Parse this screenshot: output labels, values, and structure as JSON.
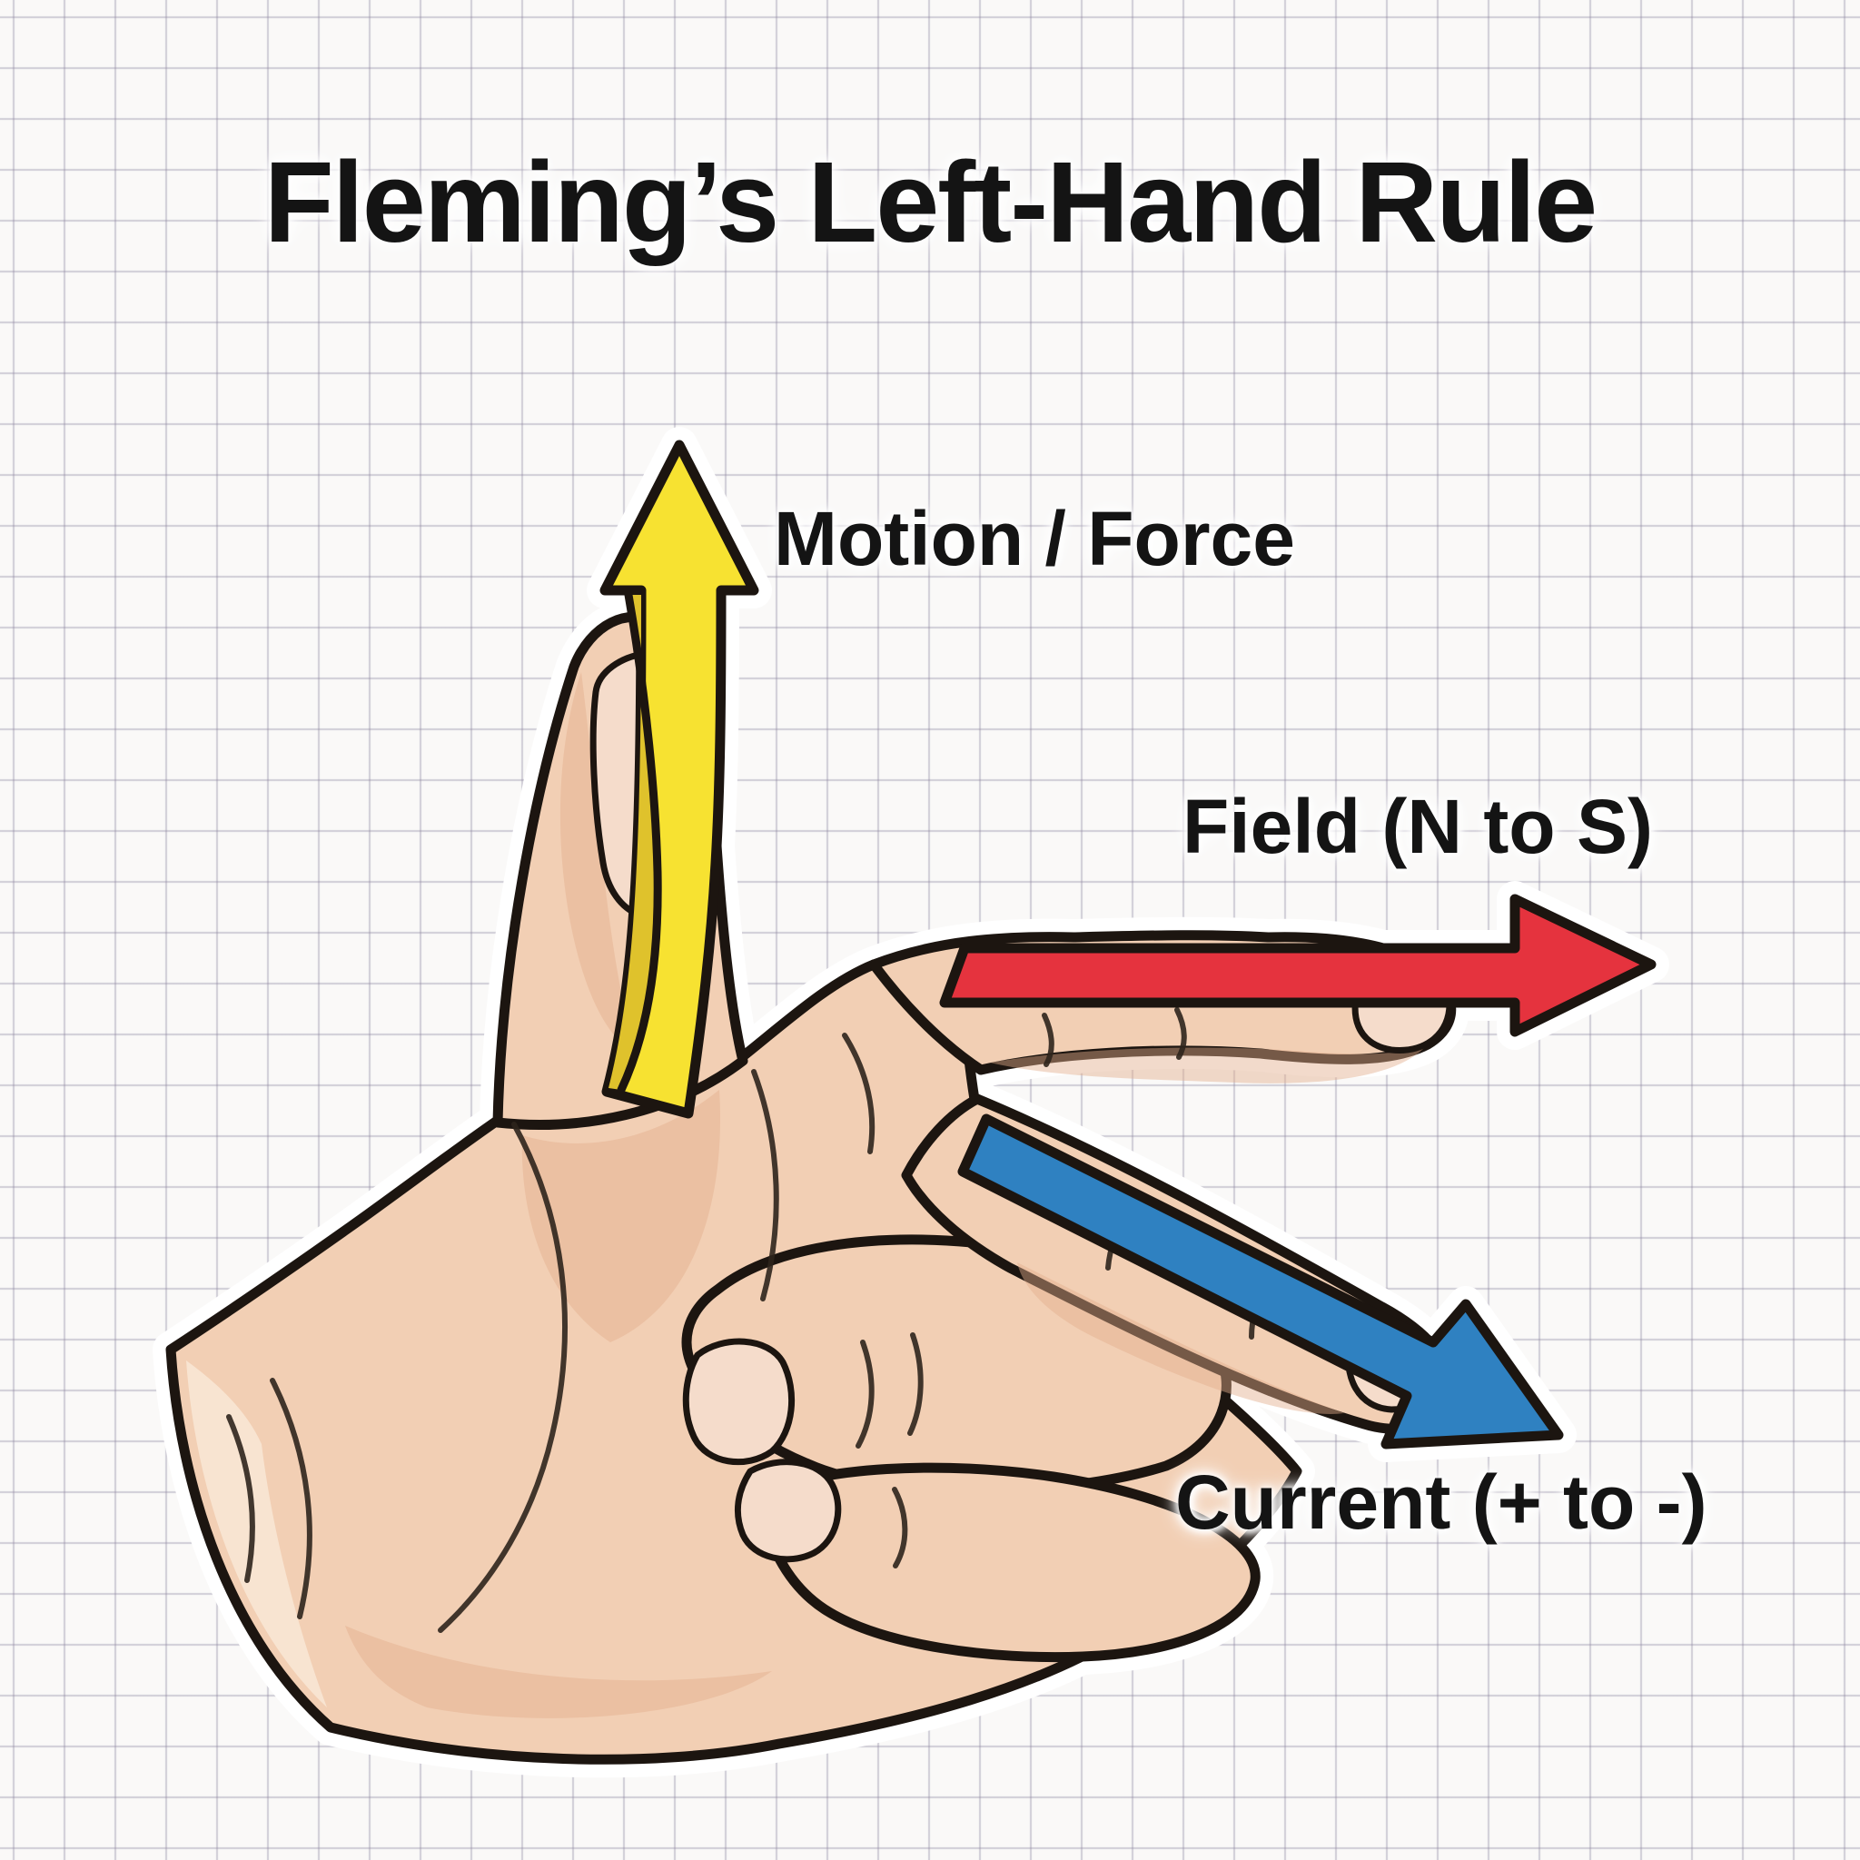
{
  "title": "Fleming’s Left-Hand Rule",
  "labels": {
    "motion": "Motion / Force",
    "field": "Field (N to S)",
    "current": "Current (+ to -)"
  },
  "arrows": {
    "motion": {
      "direction": "up",
      "color": "#f7e231",
      "shade": "#dfc22c",
      "label": "Motion / Force"
    },
    "field": {
      "direction": "right",
      "color": "#e5333e",
      "label": "Field (N to S)"
    },
    "current": {
      "direction": "down-right",
      "color": "#2f81c1",
      "label": "Current (+ to -)"
    }
  },
  "colors": {
    "background": "#faf9f8",
    "grid_line": "#8e88a2",
    "outline": "#1c1510",
    "text": "#141414",
    "skin": "#f2cfb4",
    "skin_shade": "#e2ae8c",
    "skin_highlight": "#f9e7d6",
    "nail": "#f5dccb"
  }
}
